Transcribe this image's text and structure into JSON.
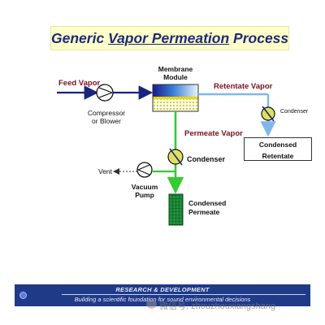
{
  "title": {
    "pre": "Generic ",
    "underlined": "Vapor Permeation",
    "post": " Process"
  },
  "labels": {
    "feed_vapor": "Feed Vapor",
    "membrane_module_1": "Membrane",
    "membrane_module_2": "Module",
    "retentate_vapor": "Retentate Vapor",
    "compressor_1": "Compressor",
    "compressor_2": "or Blower",
    "condenser_small": "Condenser",
    "permeate_vapor": "Permeate Vapor",
    "condensed_retentate_1": "Condensed",
    "condensed_retentate_2": "Retentate",
    "condenser_main": "Condenser",
    "vent": "Vent",
    "vacuum_pump_1": "Vacuum",
    "vacuum_pump_2": "Pump",
    "condensed_permeate_1": "Condensed",
    "condensed_permeate_2": "Permeate"
  },
  "footer": {
    "line1": "RESEARCH & DEVELOPMENT",
    "line2": "Building a scientific foundation for sound environmental decisions"
  },
  "watermark": "微信号: zhouzhouxiangshang",
  "colors": {
    "title_text": "#1e2a78",
    "title_bg": "#ffffc8",
    "feed_line": "#1a237e",
    "permeate_line": "#33cc33",
    "retentate_line": "#7fb8e8",
    "label_red": "#7a1020",
    "footer_bg": "#1f3a86"
  }
}
